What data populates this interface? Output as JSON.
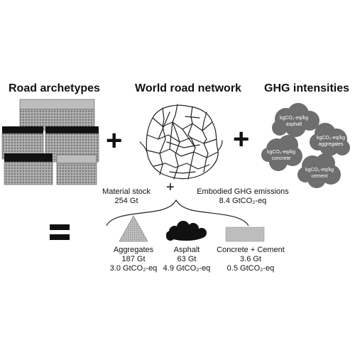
{
  "headings": {
    "archetypes": "Road archetypes",
    "network": "World road network",
    "ghg": "GHG intensities"
  },
  "operators": {
    "plus": "+",
    "equals": "="
  },
  "clouds": [
    {
      "line1": "kgCO₂-eq/kg",
      "line2": "asphalt"
    },
    {
      "line1": "kgCO₂-eq/kg",
      "line2": "aggregates"
    },
    {
      "line1": "kgCO₂-eq/kg",
      "line2": "concrete"
    },
    {
      "line1": "kgCO₂-eq/kg",
      "line2": "cement"
    }
  ],
  "totals": {
    "stock_label": "Material stock",
    "stock_value": "254 Gt",
    "emissions_label": "Embodied GHG emissions",
    "emissions_value": "8.4 GtCO₂-eq"
  },
  "materials": [
    {
      "name": "Aggregates",
      "mass": "187 Gt",
      "ghg": "3.0 GtCO₂-eq"
    },
    {
      "name": "Asphalt",
      "mass": "63 Gt",
      "ghg": "4.9 GtCO₂-eq"
    },
    {
      "name": "Concrete + Cement",
      "mass": "3.6 Gt",
      "ghg": "0.5 GtCO₂-eq"
    }
  ],
  "colors": {
    "cloud": "#6e6e6e",
    "asphalt": "#111111",
    "concrete": "#bdbdbd",
    "stipple": "#8a8a8a"
  }
}
